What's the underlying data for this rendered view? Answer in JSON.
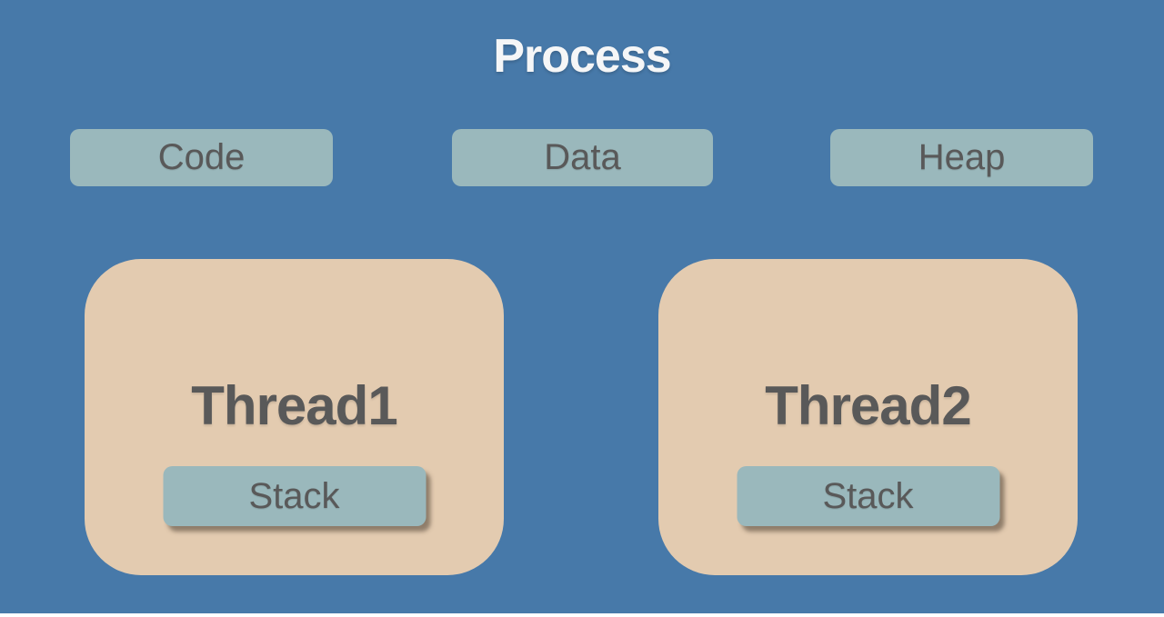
{
  "title": "Process",
  "memory_segments": [
    {
      "label": "Code"
    },
    {
      "label": "Data"
    },
    {
      "label": "Heap"
    }
  ],
  "threads": [
    {
      "label": "Thread1",
      "stack_label": "Stack"
    },
    {
      "label": "Thread2",
      "stack_label": "Stack"
    }
  ],
  "colors": {
    "background": "#4779A9",
    "segment_fill": "#9AB8BC",
    "thread_fill": "#E3CBB0",
    "label_text": "#595959",
    "title_text": "#F5F6F7"
  }
}
